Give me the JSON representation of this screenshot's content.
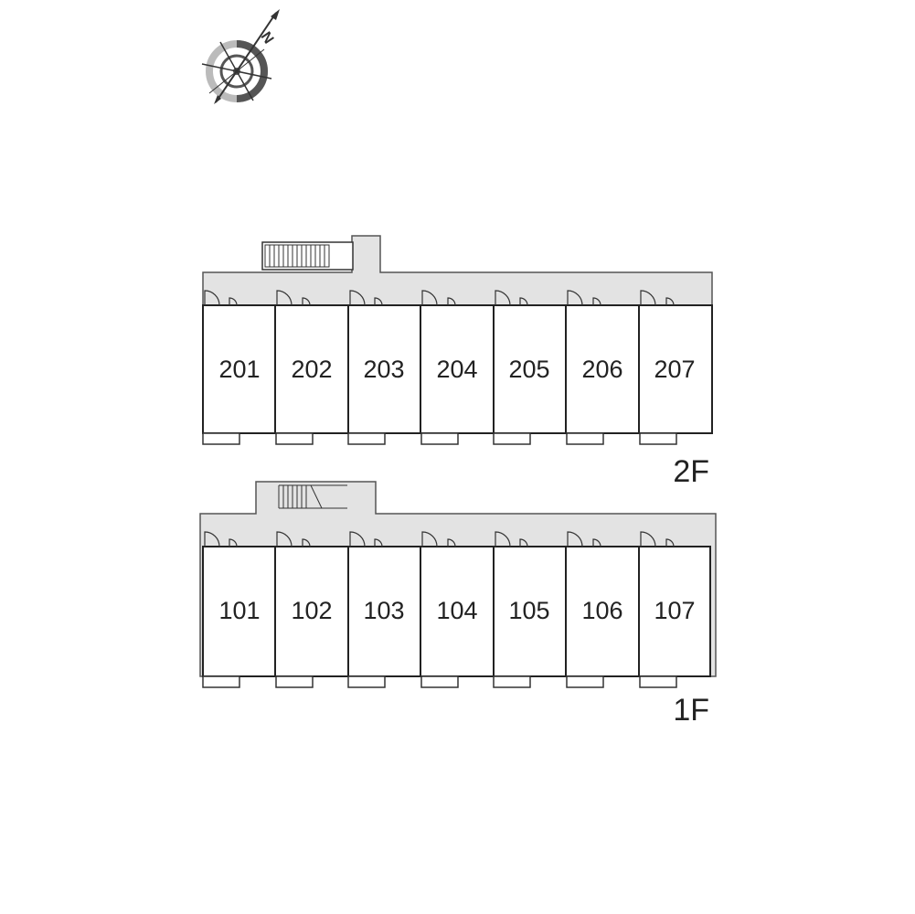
{
  "floor_plan": {
    "compass": {
      "north_label": "N",
      "icon": "compass-icon"
    },
    "floors": [
      {
        "label": "2F",
        "rooms": [
          "201",
          "202",
          "203",
          "204",
          "205",
          "206",
          "207"
        ]
      },
      {
        "label": "1F",
        "rooms": [
          "101",
          "102",
          "103",
          "104",
          "105",
          "106",
          "107"
        ]
      }
    ],
    "colors": {
      "corridor": "#e3e3e3",
      "wall": "#222222",
      "compass_dark": "#555555",
      "compass_light": "#bbbbbb"
    }
  }
}
